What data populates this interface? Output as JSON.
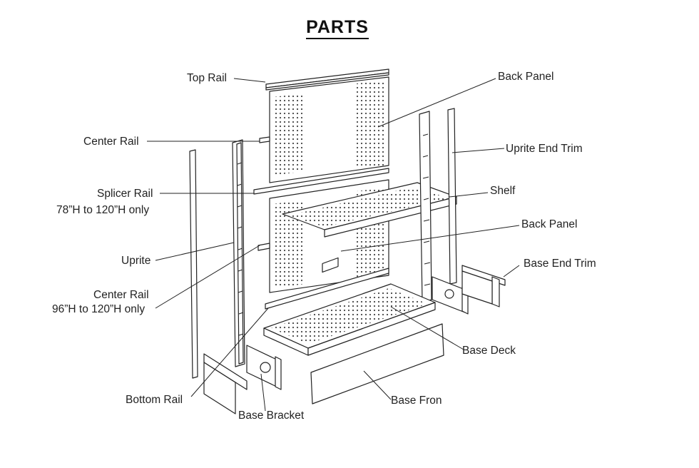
{
  "title": "PARTS",
  "labels": {
    "top_rail": "Top Rail",
    "back_panel_upper": "Back Panel",
    "center_rail": "Center Rail",
    "uprite_end_trim": "Uprite End Trim",
    "splicer_rail": "Splicer Rail",
    "splicer_rail_note": "78”H to 120”H only",
    "shelf": "Shelf",
    "back_panel_lower": "Back Panel",
    "uprite": "Uprite",
    "base_end_trim": "Base End Trim",
    "center_rail_2": "Center Rail",
    "center_rail_2_note": "96”H to 120”H only",
    "base_deck": "Base Deck",
    "bottom_rail": "Bottom Rail",
    "base_front": "Base Fron",
    "base_bracket": "Base Bracket"
  },
  "colors": {
    "ink": "#222222",
    "paper": "#ffffff",
    "hole": "#555555"
  }
}
